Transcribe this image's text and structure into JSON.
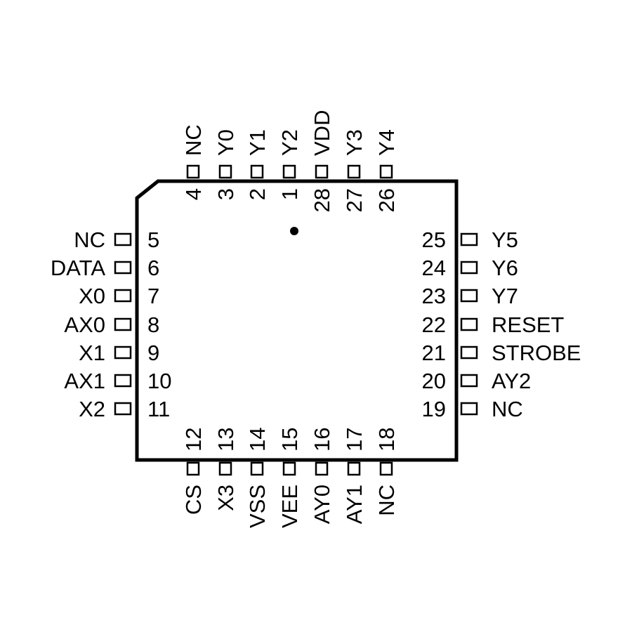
{
  "package": {
    "top_pins": [
      {
        "name": "NC",
        "num": "4"
      },
      {
        "name": "Y0",
        "num": "3"
      },
      {
        "name": "Y1",
        "num": "2"
      },
      {
        "name": "Y2",
        "num": "1"
      },
      {
        "name": "VDD",
        "num": "28"
      },
      {
        "name": "Y3",
        "num": "27"
      },
      {
        "name": "Y4",
        "num": "26"
      }
    ],
    "left_pins": [
      {
        "name": "NC",
        "num": "5"
      },
      {
        "name": "DATA",
        "num": "6"
      },
      {
        "name": "X0",
        "num": "7"
      },
      {
        "name": "AX0",
        "num": "8"
      },
      {
        "name": "X1",
        "num": "9"
      },
      {
        "name": "AX1",
        "num": "10"
      },
      {
        "name": "X2",
        "num": "11"
      }
    ],
    "right_pins": [
      {
        "name": "Y5",
        "num": "25"
      },
      {
        "name": "Y6",
        "num": "24"
      },
      {
        "name": "Y7",
        "num": "23"
      },
      {
        "name": "RESET",
        "num": "22"
      },
      {
        "name": "STROBE",
        "num": "21"
      },
      {
        "name": "AY2",
        "num": "20"
      },
      {
        "name": "NC",
        "num": "19"
      }
    ],
    "bottom_pins": [
      {
        "name": "CS",
        "num": "12"
      },
      {
        "name": "X3",
        "num": "13"
      },
      {
        "name": "VSS",
        "num": "14"
      },
      {
        "name": "VEE",
        "num": "15"
      },
      {
        "name": "AY0",
        "num": "16"
      },
      {
        "name": "AY1",
        "num": "17"
      },
      {
        "name": "NC",
        "num": "18"
      }
    ]
  }
}
